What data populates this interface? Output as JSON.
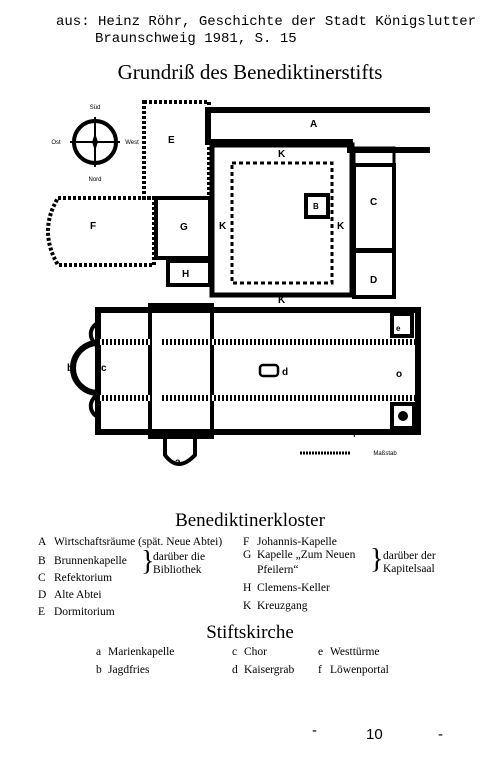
{
  "source": {
    "line1": "aus: Heinz Röhr, Geschichte der Stadt Königslutter",
    "line2": "Braunschweig 1981, S. 15"
  },
  "title": "Grundriß des Benediktinerstifts",
  "plan_labels": {
    "A": "A",
    "C": "C",
    "D": "D",
    "E": "E",
    "F": "F",
    "G": "G",
    "H": "H",
    "K": "K",
    "B": "B",
    "a": "a",
    "b": "b",
    "c": "c",
    "d": "d",
    "e": "e",
    "o": "o",
    "f": "f"
  },
  "compass": {
    "top": "Süd",
    "left": "Ost",
    "right": "West",
    "bottom": "Nord"
  },
  "scale_caption": "Maßstab",
  "section_kloster": "Benediktinerkloster",
  "kloster_items": [
    {
      "key": "A",
      "text": "Wirtschaftsräume (spät. Neue Abtei)"
    },
    {
      "key": "B",
      "text": "Brunnenkapelle"
    },
    {
      "key": "C",
      "text": "Refektorium"
    },
    {
      "key": "D",
      "text": "Alte Abtei"
    },
    {
      "key": "E",
      "text": "Dormitorium"
    },
    {
      "key": "F",
      "text": "Johannis-Kapelle"
    },
    {
      "key": "G",
      "text": "Kapelle „Zum Neuen"
    },
    {
      "key": "G2",
      "text": "Pfeilern“"
    },
    {
      "key": "H",
      "text": "Clemens-Keller"
    },
    {
      "key": "K",
      "text": "Kreuzgang"
    }
  ],
  "brace_left": {
    "line1": "darüber die",
    "line2": "Bibliothek"
  },
  "brace_right": {
    "line1": "darüber der",
    "line2": "Kapitelsaal"
  },
  "section_kirche": "Stiftskirche",
  "kirche_items": [
    {
      "key": "a",
      "text": "Marienkapelle"
    },
    {
      "key": "b",
      "text": "Jagdfries"
    },
    {
      "key": "c",
      "text": "Chor"
    },
    {
      "key": "d",
      "text": "Kaisergrab"
    },
    {
      "key": "e",
      "text": "Westtürme"
    },
    {
      "key": "f",
      "text": "Löwenportal"
    }
  ],
  "page_number": "10"
}
